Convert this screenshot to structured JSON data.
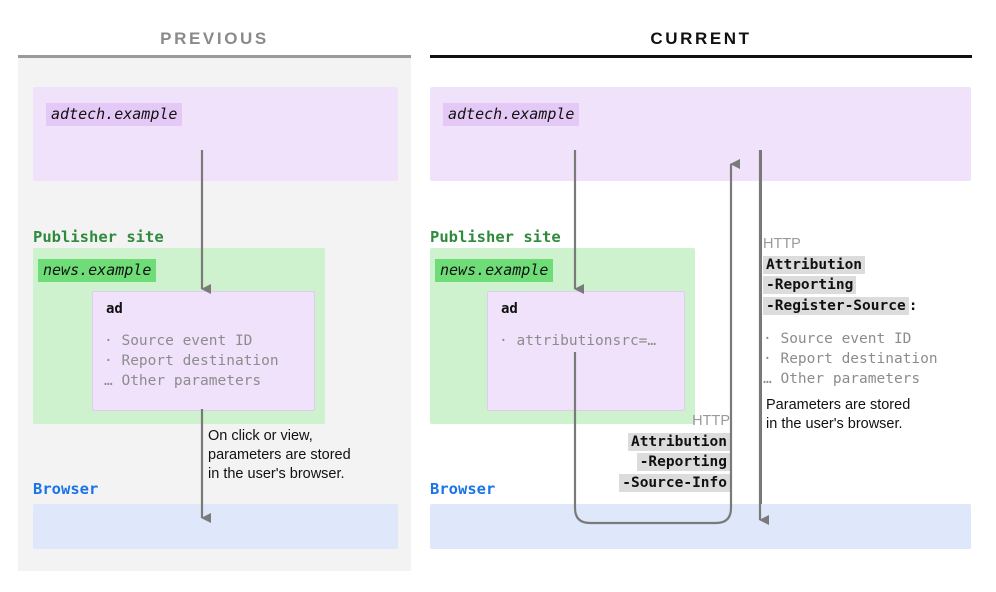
{
  "columns": {
    "previous": {
      "title": "PREVIOUS",
      "color": "#8a8a8a"
    },
    "current": {
      "title": "CURRENT",
      "color": "#111111"
    }
  },
  "labels": {
    "publisher_site": "Publisher site",
    "browser": "Browser",
    "ad_card_title": "ad",
    "adtech_domain": "adtech.example",
    "publisher_domain": "news.example"
  },
  "previous": {
    "ad_params": "· Source event ID\n· Report destination\n… Other parameters",
    "note": "On click or view,\nparameters are stored\nin the user's browser."
  },
  "current": {
    "ad_params": "· attributionsrc=…",
    "http_label": "HTTP",
    "source_info_header": {
      "line1": "Attribution",
      "line2": "-Reporting",
      "line3": "-Source-Info"
    },
    "register_source_header": {
      "line1": "Attribution",
      "line2": "-Reporting",
      "line3": "-Register-Source",
      "colon": ":"
    },
    "register_source_params": "· Source event ID\n· Report destination\n… Other parameters",
    "note": "Parameters are stored\nin the user's browser."
  },
  "colors": {
    "adtech_box": "#f0e2fb",
    "adtech_chip": "#e4c9f7",
    "publisher_box": "#cdf2cd",
    "publisher_chip": "#6fdd77",
    "publisher_label": "#2e8b3c",
    "browser_box": "#dfe7fb",
    "browser_label": "#1a73e8",
    "panel_bg": "#f3f3f3",
    "arrow": "#7a7a7a",
    "header_highlight": "#dcdcdc",
    "muted_text": "#8c8c8c"
  }
}
